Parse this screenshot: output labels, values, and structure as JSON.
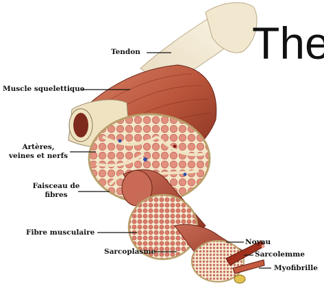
{
  "overlay_title": "The",
  "labels": {
    "tendon": "Tendon",
    "muscle": "Muscle squelettique",
    "arteres_line1": "Artères,",
    "arteres_line2": "veines et nerfs",
    "faisceau_line1": "Faisceau de",
    "faisceau_line2": "fibres",
    "fibre": "Fibre musculaire",
    "noyau": "Noyau",
    "sarcolemme": "Sarcolemme",
    "myofibrille": "Myofibrille",
    "sarcoplasme": "Sarcoplasme"
  },
  "colors": {
    "muscle": "#b9553a",
    "muscle_dark": "#7d2a1c",
    "fascia": "#efe3c2",
    "fascicle": "#e08f82",
    "tendon": "#f0e6cc"
  }
}
